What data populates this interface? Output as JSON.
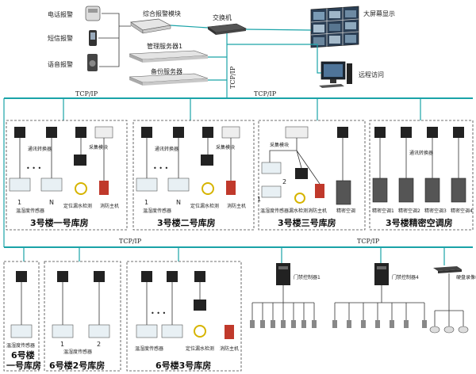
{
  "top": {
    "phone_alarm": "电话报警",
    "sms_alarm": "短信报警",
    "voice_alarm": "语音报警",
    "alarm_module": "综合报警模块",
    "switch": "交换机",
    "video_wall": "大屏幕显示",
    "mgmt_server": "管理服务器1",
    "backup_server": "备份服务器",
    "remote_access": "远程访问",
    "tcpip_vertical": "TCP/IP"
  },
  "bus": {
    "tcpip_1": "TCP/IP",
    "tcpip_2": "TCP/IP",
    "tcpip_3": "TCP/IP",
    "tcpip_4": "TCP/IP"
  },
  "rooms": {
    "b3_1": {
      "title": "3号楼一号库房",
      "converter": "通讯转换器",
      "acq_module": "采集模块",
      "sensor": "温湿度传感器",
      "leak": "定位漏水检测",
      "fire": "消防主机",
      "n1": "1",
      "nN": "N",
      "dots": "• • •"
    },
    "b3_2": {
      "title": "3号楼二号库房",
      "converter": "通讯转换器",
      "acq_module": "采集模块",
      "sensor": "温湿度传感器",
      "leak": "定位漏水检测",
      "fire": "消防主机",
      "n1": "1",
      "nN": "N",
      "dots": "• • •"
    },
    "b3_3": {
      "title": "3号楼三号库房",
      "acq_module": "采集模块",
      "sensor_row": "温湿度传感器漏水检测消防主机",
      "ac": "精密空调",
      "n1": "1",
      "n2": "2"
    },
    "b3_ac": {
      "title": "3号楼精密空调房",
      "converter": "通讯转换器",
      "ac1": "精密空调1",
      "ac2": "精密空调2",
      "ac3": "精密空调3",
      "ac4": "精密空调4"
    },
    "b6_1": {
      "title_1": "6号楼",
      "title_2": "一号库房",
      "sensor": "温湿度传感器"
    },
    "b6_2": {
      "title": "6号楼2号库房",
      "sensor": "温湿度传感器",
      "n1": "1",
      "n2": "2"
    },
    "b6_3": {
      "title": "6号楼3号库房",
      "sensor": "温湿度传感器",
      "leak": "定位漏水检测",
      "fire": "消防主机",
      "dots": "• • •"
    }
  },
  "access": {
    "ctrl1": "门禁控制器1",
    "ctrl4": "门禁控制器4",
    "dvr": "硬盘录像机"
  }
}
